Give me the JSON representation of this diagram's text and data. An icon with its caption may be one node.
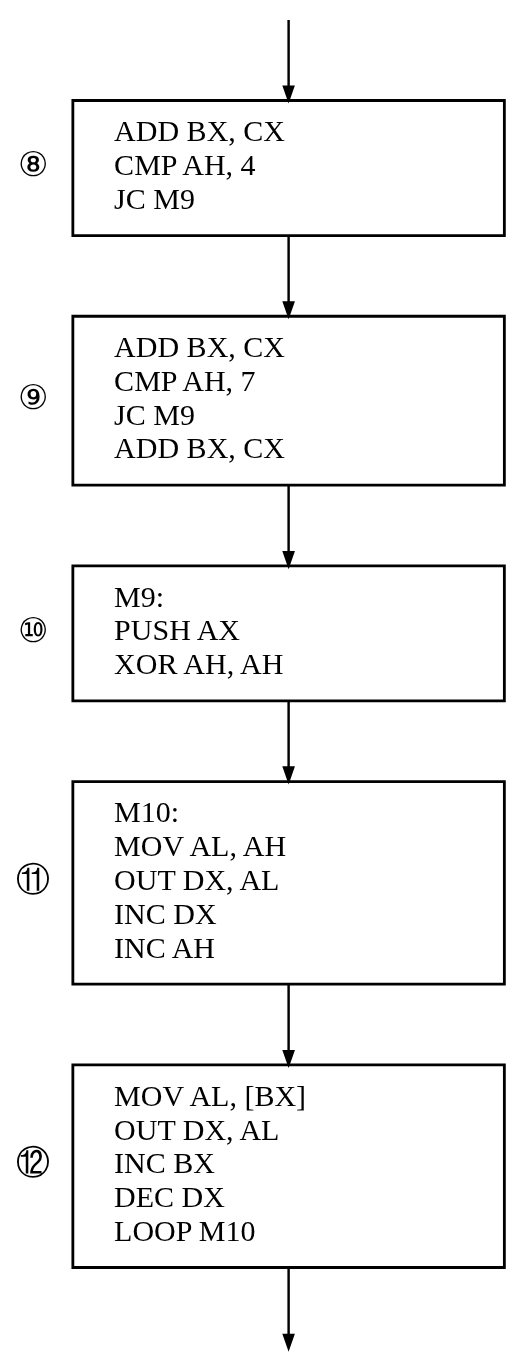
{
  "diagram": {
    "nodes": [
      {
        "text": [
          "ADD BX, CX",
          "CMP AH, 4",
          "JC M9"
        ],
        "beside": [
          "⑧"
        ]
      },
      {
        "text": [
          "ADD BX, CX",
          "CMP AH, 7",
          "JC M9",
          "ADD BX, CX"
        ],
        "beside": [
          "⑨"
        ]
      },
      {
        "text": [
          "M9:",
          "PUSH AX",
          "XOR AH, AH"
        ],
        "beside": [
          "⑩"
        ]
      },
      {
        "text": [
          "M10:",
          "MOV AL, AH",
          "OUT DX, AL",
          "INC DX",
          "INC AH"
        ],
        "beside": [
          "⑪"
        ]
      },
      {
        "text": [
          "MOV AL, [BX]",
          "OUT DX, AL",
          "INC BX",
          "DEC DX",
          "LOOP M10"
        ],
        "beside": [
          "⑫"
        ]
      }
    ],
    "edges": [
      {
        "from": null,
        "to": 0,
        "arrow": "to"
      },
      {
        "from": 0,
        "to": 1,
        "arrow": "to"
      },
      {
        "from": 1,
        "to": 2,
        "arrow": "to"
      },
      {
        "from": 2,
        "to": 3,
        "arrow": "to"
      },
      {
        "from": 3,
        "to": 4,
        "arrow": "to"
      },
      {
        "from": 4,
        "to": null,
        "arrow": "to"
      }
    ]
  }
}
